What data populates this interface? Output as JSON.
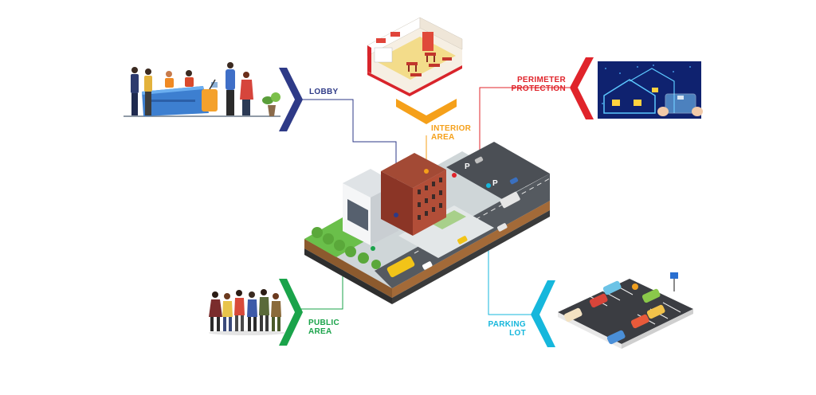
{
  "zones": {
    "lobby": {
      "lines": [
        "LOBBY"
      ],
      "color": "#2e3a87"
    },
    "interior": {
      "lines": [
        "INTERIOR",
        "AREA"
      ],
      "color": "#f5a01a"
    },
    "perimeter": {
      "lines": [
        "PERIMETER",
        "PROTECTION"
      ],
      "color": "#e0242b"
    },
    "public": {
      "lines": [
        "PUBLIC",
        "AREA"
      ],
      "color": "#1aa34a"
    },
    "parking": {
      "lines": [
        "PARKING",
        "LOT"
      ],
      "color": "#16b7dc"
    }
  },
  "icons": {
    "lobby": "reception-desk-icon",
    "interior": "dining-room-icon",
    "perimeter": "smart-home-security-icon",
    "public": "crowd-icon",
    "parking": "parking-lot-icon",
    "center": "hotel-complex-icon"
  }
}
